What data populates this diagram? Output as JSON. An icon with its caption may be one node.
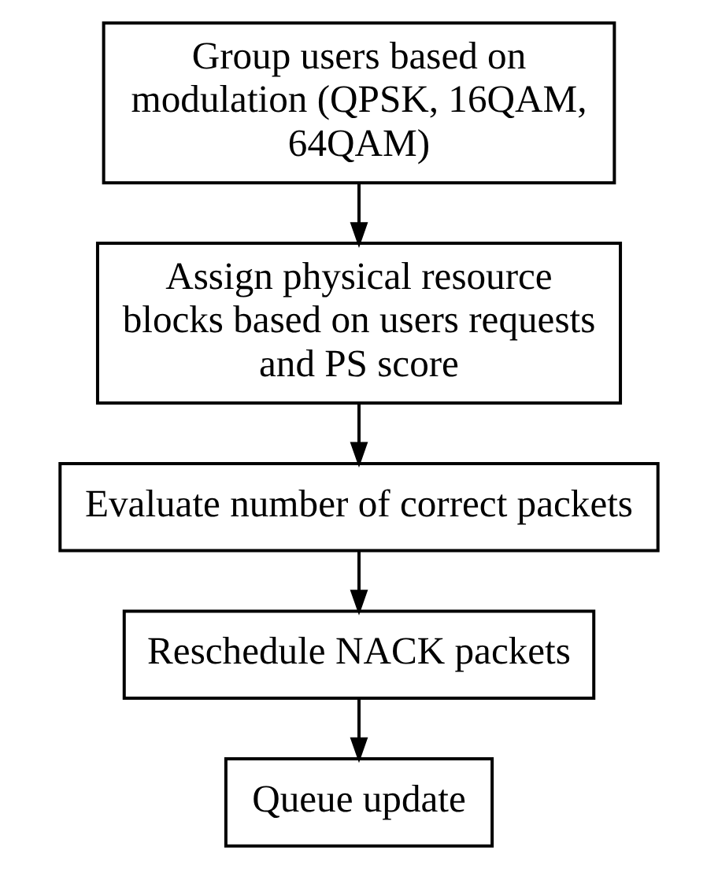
{
  "diagram": {
    "nodes": [
      {
        "text": [
          "Group users based on modulation (QPSK, 16QAM, 64QAM)"
        ]
      },
      {
        "text": [
          "Assign physical resource blocks based on users requests and PS score"
        ]
      },
      {
        "text": [
          "Evaluate number of correct packets"
        ]
      },
      {
        "text": [
          "Reschedule NACK packets"
        ]
      },
      {
        "text": [
          "Queue update"
        ]
      }
    ],
    "edges": [
      {
        "from": 0,
        "to": 1,
        "arrow": "to"
      },
      {
        "from": 1,
        "to": 2,
        "arrow": "to"
      },
      {
        "from": 2,
        "to": 3,
        "arrow": "to"
      },
      {
        "from": 3,
        "to": 4,
        "arrow": "to"
      }
    ]
  }
}
